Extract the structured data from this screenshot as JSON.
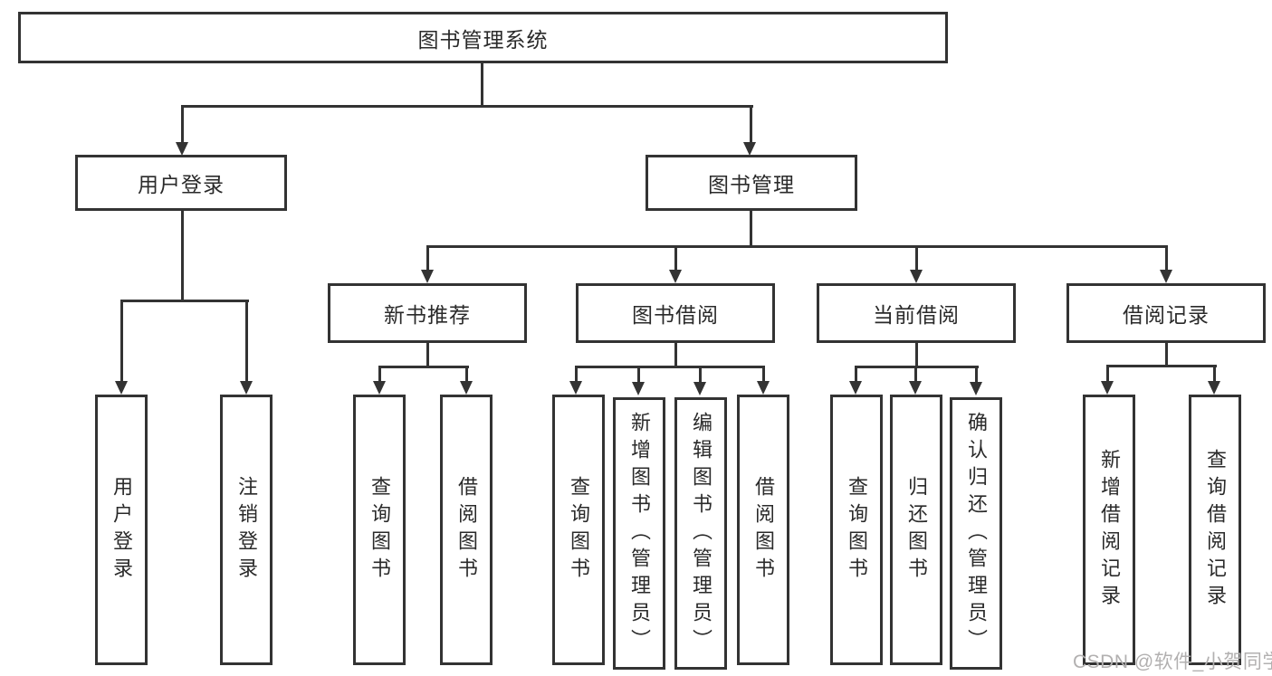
{
  "colors": {
    "background": "#ffffff",
    "line": "#333333",
    "box_border": "#333333",
    "text": "#2a2a2a",
    "watermark": "#b2b0b0"
  },
  "watermark": {
    "text": "CSDN @软件_小贺同学"
  },
  "tree": {
    "root": {
      "label": "图书管理系统",
      "children": [
        {
          "label": "用户登录",
          "children": [
            {
              "label": "用户登录"
            },
            {
              "label": "注销登录"
            }
          ]
        },
        {
          "label": "图书管理",
          "children": [
            {
              "label": "新书推荐",
              "children": [
                {
                  "label": "查询图书"
                },
                {
                  "label": "借阅图书"
                }
              ]
            },
            {
              "label": "图书借阅",
              "children": [
                {
                  "label": "查询图书"
                },
                {
                  "label": "新增图书（管理员）"
                },
                {
                  "label": "编辑图书（管理员）"
                },
                {
                  "label": "借阅图书"
                }
              ]
            },
            {
              "label": "当前借阅",
              "children": [
                {
                  "label": "查询图书"
                },
                {
                  "label": "归还图书"
                },
                {
                  "label": "确认归还（管理员）"
                }
              ]
            },
            {
              "label": "借阅记录",
              "children": [
                {
                  "label": "新增借阅记录"
                },
                {
                  "label": "查询借阅记录"
                }
              ]
            }
          ]
        }
      ]
    }
  }
}
